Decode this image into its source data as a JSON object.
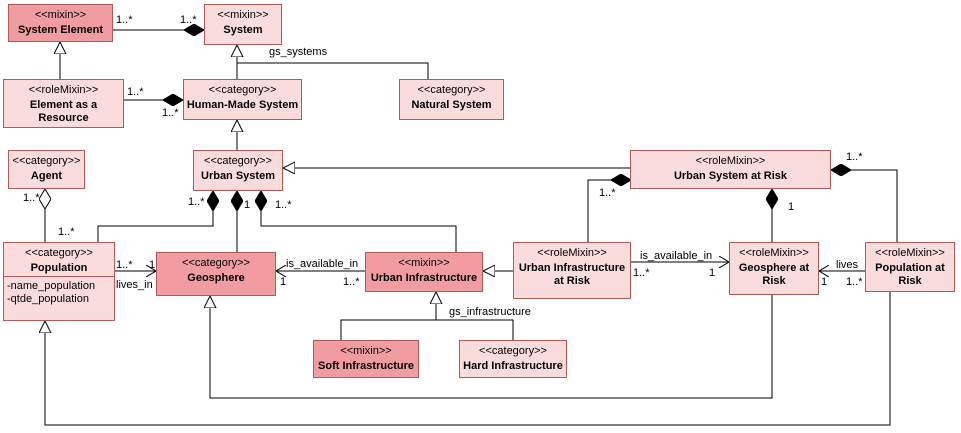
{
  "classes": {
    "system_element": {
      "stereotype": "<<mixin>>",
      "name": "System Element"
    },
    "system": {
      "stereotype": "<<mixin>>",
      "name": "System"
    },
    "element_as_resource": {
      "stereotype": "<<roleMixin>>",
      "name": "Element as a Resource"
    },
    "human_made_system": {
      "stereotype": "<<category>>",
      "name": "Human-Made System"
    },
    "natural_system": {
      "stereotype": "<<category>>",
      "name": "Natural System"
    },
    "agent": {
      "stereotype": "<<category>>",
      "name": "Agent"
    },
    "urban_system": {
      "stereotype": "<<category>>",
      "name": "Urban System"
    },
    "urban_system_at_risk": {
      "stereotype": "<<roleMixin>>",
      "name": "Urban System at Risk"
    },
    "population": {
      "stereotype": "<<category>>",
      "name": "Population",
      "attributes": [
        "-name_population",
        "-qtde_population"
      ]
    },
    "geosphere": {
      "stereotype": "<<category>>",
      "name": "Geosphere"
    },
    "urban_infrastructure": {
      "stereotype": "<<mixin>>",
      "name": "Urban Infrastructure"
    },
    "urban_infrastructure_at_risk": {
      "stereotype": "<<roleMixin>>",
      "name": "Urban Infrastructure at Risk"
    },
    "geosphere_at_risk": {
      "stereotype": "<<roleMixin>>",
      "name": "Geosphere at Risk"
    },
    "population_at_risk": {
      "stereotype": "<<roleMixin>>",
      "name": "Population at Risk"
    },
    "soft_infrastructure": {
      "stereotype": "<<mixin>>",
      "name": "Soft Infrastructure"
    },
    "hard_infrastructure": {
      "stereotype": "<<category>>",
      "name": "Hard Infrastructure"
    }
  },
  "labels": {
    "gs_systems": "gs_systems",
    "gs_infrastructure": "gs_infrastructure",
    "is_available_in_1": "is_available_in",
    "is_available_in_2": "is_available_in",
    "lives_in": "lives_in",
    "lives": "lives"
  },
  "multiplicities": {
    "se_sys_a": "1..*",
    "se_sys_b": "1..*",
    "ear_hms_a": "1..*",
    "ear_hms_b": "1..*",
    "agent_pop_a": "1..*",
    "agent_pop_b": "1..*",
    "us_pop": "1..*",
    "us_geo": "1",
    "us_ui": "1..*",
    "pop_geo_a": "1..*",
    "pop_geo_b": "1",
    "ui_geo_a": "1",
    "ui_geo_b": "1..*",
    "usar_uiar": "1..*",
    "usar_gar": "1",
    "usar_par": "1..*",
    "uiar_gar_a": "1..*",
    "uiar_gar_b": "1",
    "par_gar_a": "1",
    "par_gar_b": "1..*"
  }
}
